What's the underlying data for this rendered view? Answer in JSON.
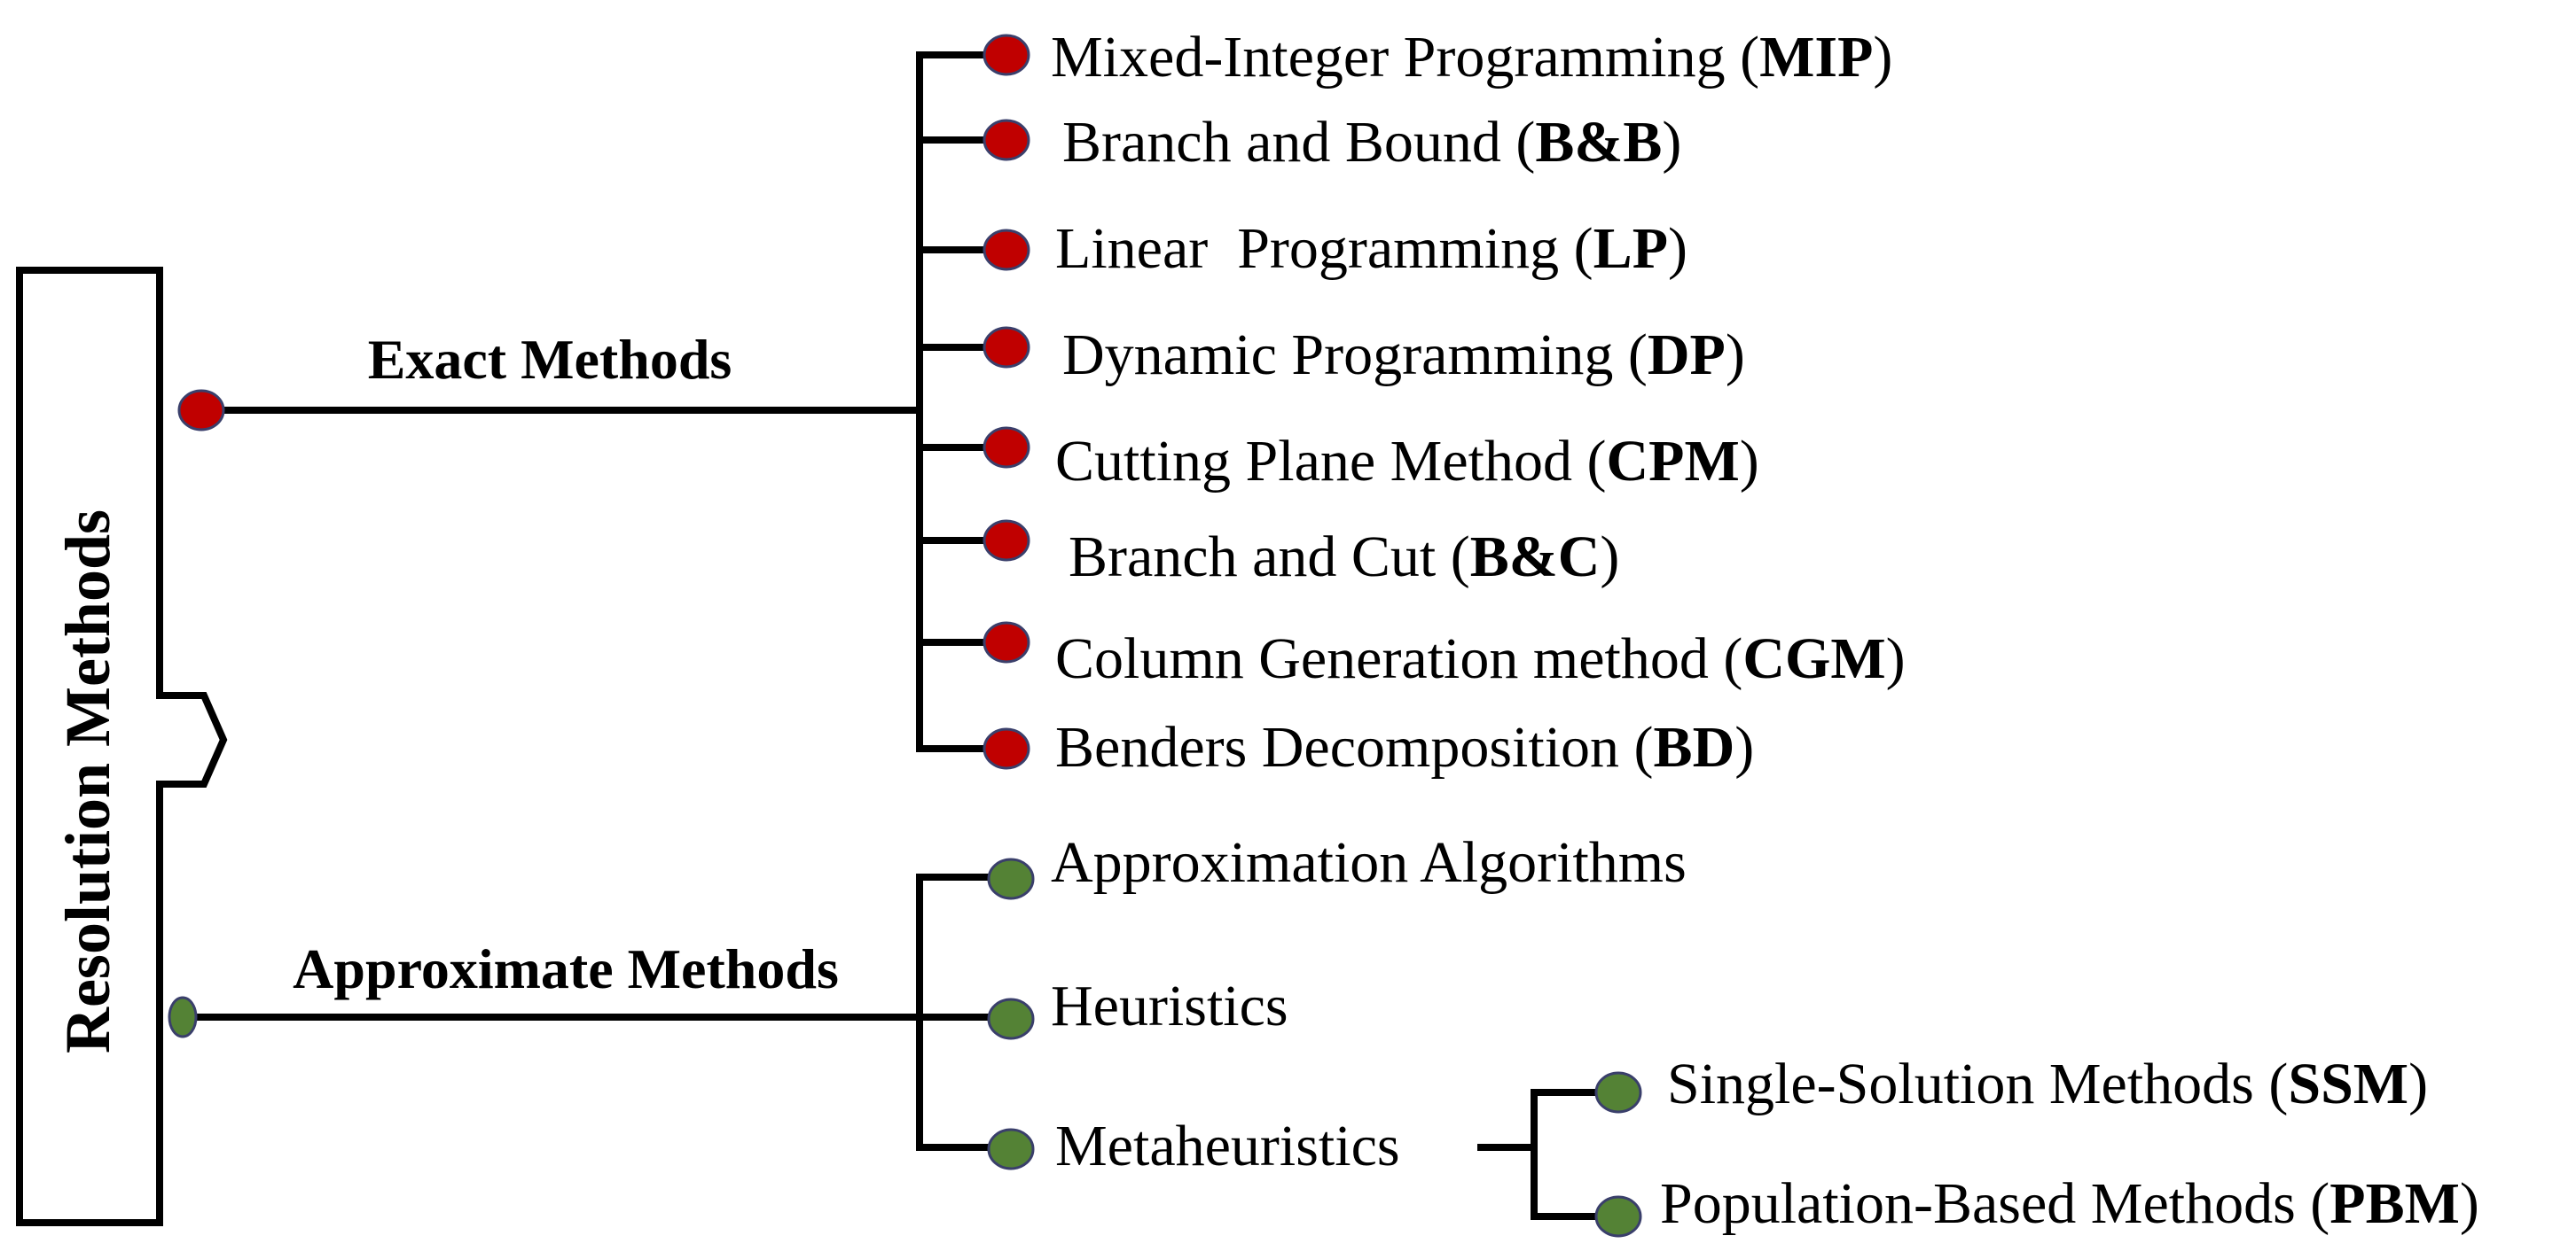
{
  "title": "Resolution Methods",
  "colors": {
    "exact_dot": "#c00000",
    "approx_dot": "#548235",
    "line": "#000000"
  },
  "exact": {
    "heading": "Exact Methods",
    "items": [
      {
        "name": "Mixed-Integer Programming (",
        "abbr": "MIP",
        "close": ")"
      },
      {
        "name": "Branch and Bound (",
        "abbr": "B&B",
        "close": ")"
      },
      {
        "name": "Linear  Programming (",
        "abbr": "LP",
        "close": ")"
      },
      {
        "name": "Dynamic Programming (",
        "abbr": "DP",
        "close": ")"
      },
      {
        "name": "Cutting Plane Method (",
        "abbr": "CPM",
        "close": ")"
      },
      {
        "name": "Branch and Cut (",
        "abbr": "B&C",
        "close": ")"
      },
      {
        "name": "Column Generation method (",
        "abbr": "CGM",
        "close": ")"
      },
      {
        "name": "Benders Decomposition (",
        "abbr": "BD",
        "close": ")"
      }
    ]
  },
  "approximate": {
    "heading": "Approximate Methods",
    "items": [
      {
        "name": "Approximation Algorithms"
      },
      {
        "name": "Heuristics"
      },
      {
        "name": "Metaheuristics"
      }
    ],
    "metaheuristics": [
      {
        "name": "Single-Solution Methods (",
        "abbr": "SSM",
        "close": ")"
      },
      {
        "name": "Population-Based Methods (",
        "abbr": "PBM",
        "close": ")"
      }
    ]
  }
}
